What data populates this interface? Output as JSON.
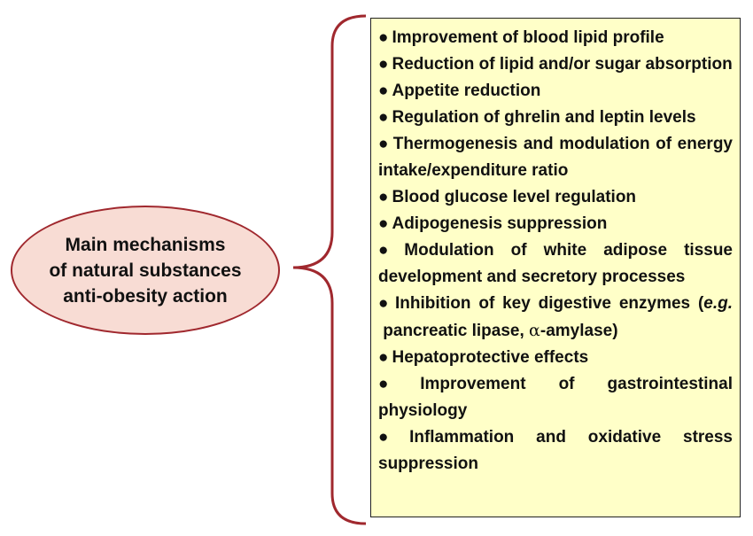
{
  "center": {
    "title_lines": [
      "Main mechanisms",
      "of natural substances",
      "anti-obesity action"
    ]
  },
  "colors": {
    "ellipse_fill": "#f8dcd4",
    "ellipse_border": "#a0282e",
    "brace": "#a0282e",
    "box_fill": "#ffffc8"
  },
  "bullet": "●",
  "mechanisms": [
    "Improvement of blood lipid profile",
    "Reduction of lipid and/or sugar absorption",
    "Appetite reduction",
    "Regulation of ghrelin and leptin levels",
    "Thermogenesis and modulation of energy intake/expenditure ratio",
    "Blood glucose level regulation",
    "Adipogenesis suppression",
    "Modulation of white adipose tissue development and secretory processes",
    {
      "text": "Inhibition of key digestive enzymes",
      "example_prefix": "(",
      "example_italic": "e.g.",
      "example_rest": " pancreatic lipase, ",
      "alpha": "α",
      "example_suffix": "-amylase)"
    },
    "Hepatoprotective effects",
    "Improvement of gastrointestinal physiology",
    "Inflammation and oxidative stress suppression"
  ]
}
